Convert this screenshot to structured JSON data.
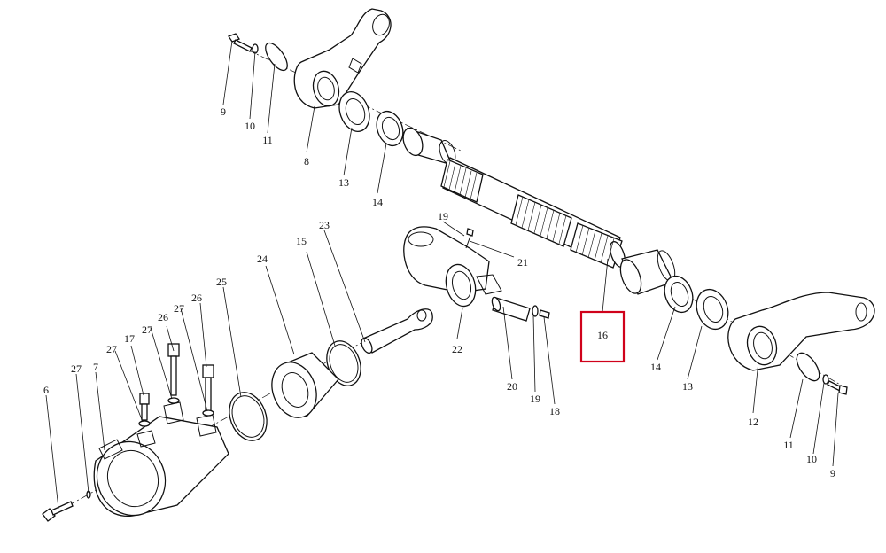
{
  "highlight_color": "#d0021b",
  "highlighted_part": "16",
  "callouts": [
    {
      "id": "c9a",
      "text": "9"
    },
    {
      "id": "c10a",
      "text": "10"
    },
    {
      "id": "c11a",
      "text": "11"
    },
    {
      "id": "c8",
      "text": "8"
    },
    {
      "id": "c13a",
      "text": "13"
    },
    {
      "id": "c14a",
      "text": "14"
    },
    {
      "id": "c19a",
      "text": "19"
    },
    {
      "id": "c21",
      "text": "21"
    },
    {
      "id": "c23",
      "text": "23"
    },
    {
      "id": "c15",
      "text": "15"
    },
    {
      "id": "c24",
      "text": "24"
    },
    {
      "id": "c25",
      "text": "25"
    },
    {
      "id": "c22",
      "text": "22"
    },
    {
      "id": "c26a",
      "text": "26"
    },
    {
      "id": "c26b",
      "text": "26"
    },
    {
      "id": "c27a",
      "text": "27"
    },
    {
      "id": "c27b",
      "text": "27"
    },
    {
      "id": "c27c",
      "text": "27"
    },
    {
      "id": "c27d",
      "text": "27"
    },
    {
      "id": "c17",
      "text": "17"
    },
    {
      "id": "c7",
      "text": "7"
    },
    {
      "id": "c6",
      "text": "6"
    },
    {
      "id": "c20",
      "text": "20"
    },
    {
      "id": "c19b",
      "text": "19"
    },
    {
      "id": "c18",
      "text": "18"
    },
    {
      "id": "c16",
      "text": "16"
    },
    {
      "id": "c14b",
      "text": "14"
    },
    {
      "id": "c13b",
      "text": "13"
    },
    {
      "id": "c12",
      "text": "12"
    },
    {
      "id": "c11b",
      "text": "11"
    },
    {
      "id": "c10b",
      "text": "10"
    },
    {
      "id": "c9b",
      "text": "9"
    }
  ]
}
